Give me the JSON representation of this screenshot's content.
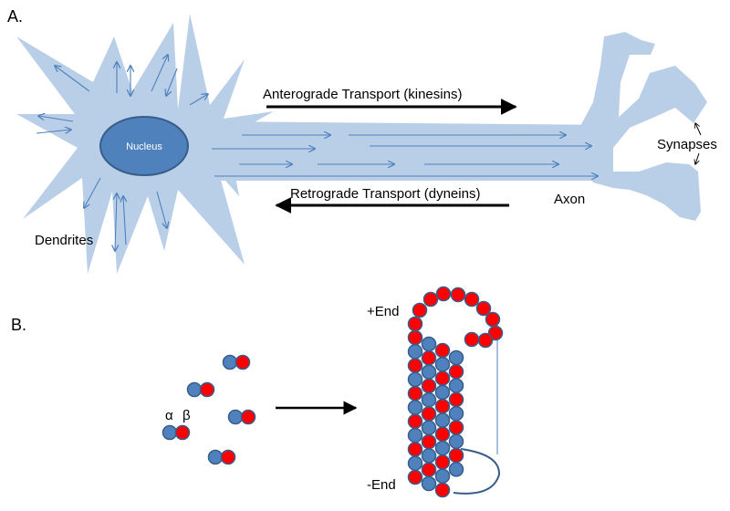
{
  "panel_a": {
    "label": "A.",
    "nucleus": "Nucleus",
    "anterograde": "Anterograde Transport (kinesins)",
    "retrograde": "Retrograde Transport (dyneins)",
    "synapses": "Synapses",
    "axon": "Axon",
    "dendrites": "Dendrites"
  },
  "panel_b": {
    "label": "B.",
    "alpha": "α",
    "beta": "β",
    "plus_end": "+End",
    "minus_end": "-End"
  },
  "colors": {
    "neuron": "#b9cfe8",
    "nucleus": "#4f81bd",
    "nucleus_edge": "#385d8a",
    "inner_arrow": "#4f81bd",
    "alpha_tubulin": "#4f81bd",
    "beta_tubulin": "#ff0000",
    "subunit_edge": "#385d8a",
    "arrow": "#000000"
  }
}
